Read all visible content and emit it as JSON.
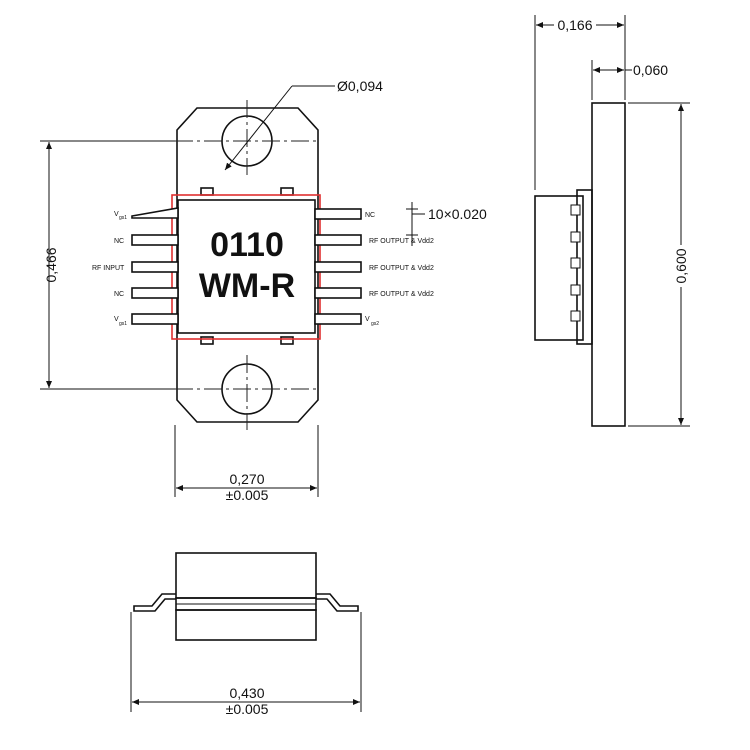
{
  "chip": {
    "marking_line1": "0110",
    "marking_line2": "WM-R"
  },
  "dimensions": {
    "hole_diameter": "Ø0,094",
    "lead_pitch": "10×0.020",
    "height_top": "0,466",
    "body_width": "0,270",
    "body_width_tol": "±0.005",
    "side_depth": "0,166",
    "flange_thickness": "0,060",
    "side_height": "0,600",
    "overall_width": "0,430",
    "overall_width_tol": "±0.005"
  },
  "pins_left": [
    {
      "label": "V",
      "sub": "gs1"
    },
    {
      "label": "NC",
      "sub": ""
    },
    {
      "label": "RF INPUT",
      "sub": ""
    },
    {
      "label": "NC",
      "sub": ""
    },
    {
      "label": "V",
      "sub": "gs1"
    }
  ],
  "pins_right": [
    {
      "label": "NC",
      "sub": ""
    },
    {
      "label": "RF OUTPUT & Vdd2",
      "sub": ""
    },
    {
      "label": "RF OUTPUT & Vdd2",
      "sub": ""
    },
    {
      "label": "RF OUTPUT & Vdd2",
      "sub": ""
    },
    {
      "label": "V",
      "sub": "gs2"
    }
  ],
  "colors": {
    "outline": "#111111",
    "die_border": "#e03030"
  }
}
